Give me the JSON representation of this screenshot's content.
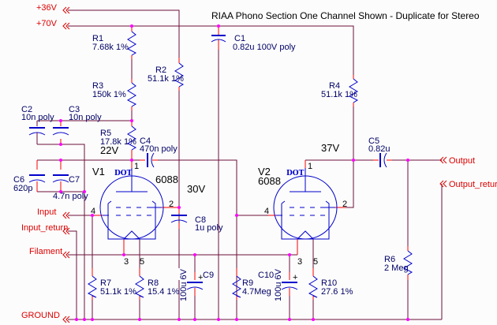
{
  "title": "RIAA Phono Section One Channel Shown - Duplicate for Stereo",
  "ports": {
    "v36": "+36V",
    "v70": "+70V",
    "input": "Input",
    "input_return": "Input_return",
    "filament": "Filament",
    "ground": "GROUND",
    "output": "Output",
    "output_return": "Output_return"
  },
  "components": {
    "R1": {
      "ref": "R1",
      "value": "7.68k 1%"
    },
    "R2": {
      "ref": "R2",
      "value": "51.1k 1%"
    },
    "R3": {
      "ref": "R3",
      "value": "150k 1%"
    },
    "R4": {
      "ref": "R4",
      "value": "51.1k 1%"
    },
    "R5": {
      "ref": "R5",
      "value": "17.8k 1%"
    },
    "R6": {
      "ref": "R6",
      "value": "2 Meg"
    },
    "R7": {
      "ref": "R7",
      "value": "51.1k 1%"
    },
    "R8": {
      "ref": "R8",
      "value": "15.4 1%"
    },
    "R9": {
      "ref": "R9",
      "value": "4.7Meg"
    },
    "R10": {
      "ref": "R10",
      "value": "27.6 1%"
    },
    "C1": {
      "ref": "C1",
      "value": "0.82u 100V poly"
    },
    "C2": {
      "ref": "C2",
      "value": "10n poly"
    },
    "C3": {
      "ref": "C3",
      "value": "10n poly"
    },
    "C4": {
      "ref": "C4",
      "value": "470n poly"
    },
    "C5": {
      "ref": "C5",
      "value": "0.82u"
    },
    "C6": {
      "ref": "C6",
      "value": "620p"
    },
    "C7": {
      "ref": "C7",
      "value": "4.7n poly"
    },
    "C8": {
      "ref": "C8",
      "value": "1u poly"
    },
    "C9": {
      "ref": "C9",
      "value": "100u 6V"
    },
    "C10": {
      "ref": "C10",
      "value": "100u 6V"
    },
    "V1": {
      "ref": "V1",
      "type": "6088",
      "dot": "DOT"
    },
    "V2": {
      "ref": "V2",
      "type": "6088",
      "dot": "DOT"
    }
  },
  "voltages": {
    "v1_plate": "22V",
    "v1_screen": "30V",
    "v2_plate": "37V"
  },
  "pins": {
    "p1": "1",
    "p2": "2",
    "p3": "3",
    "p4": "4",
    "p5": "5",
    "plus": "+"
  }
}
